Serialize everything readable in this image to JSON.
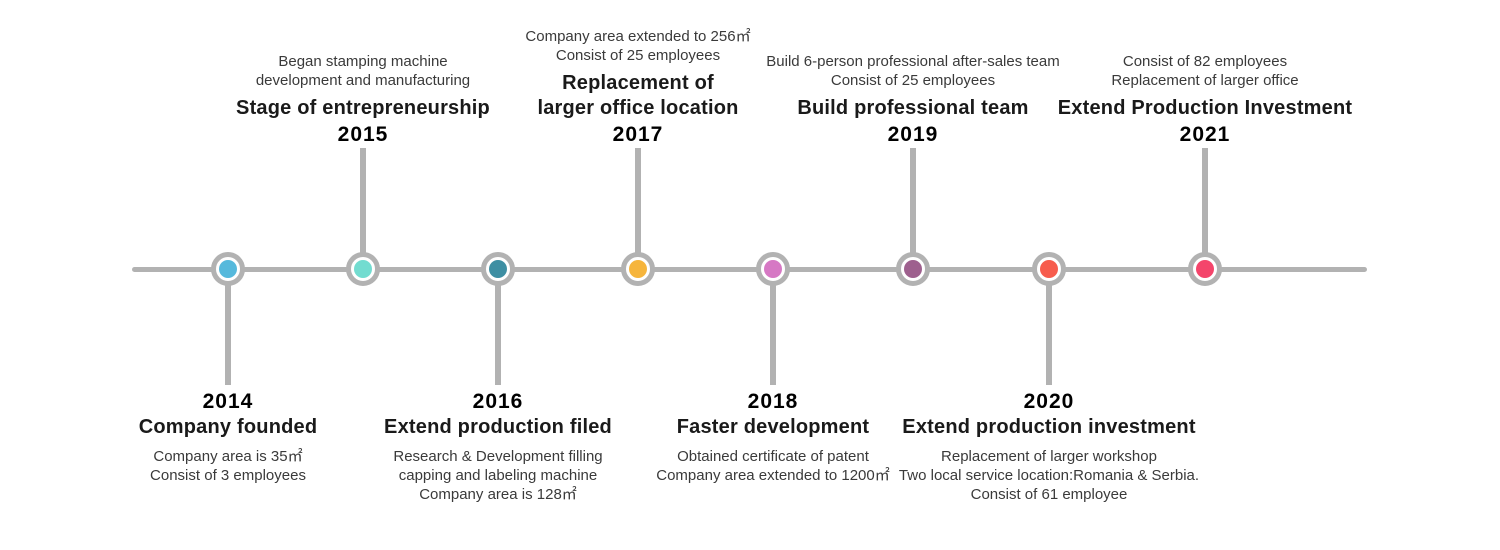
{
  "page": {
    "background": "#ffffff",
    "axis_color": "#b2b2b2"
  },
  "timeline": {
    "milestones": [
      {
        "year": "2014",
        "title_lines": [
          "Company founded"
        ],
        "details": [
          "Company area is 35㎡",
          "Consist of 3 employees"
        ],
        "dot_color": "#56b9dc",
        "position": "below"
      },
      {
        "year": "2015",
        "title_lines": [
          "Stage of entrepreneurship"
        ],
        "details": [
          "Began stamping machine",
          "development and manufacturing"
        ],
        "dot_color": "#72dcd0",
        "position": "above"
      },
      {
        "year": "2016",
        "title_lines": [
          "Extend production filed"
        ],
        "details": [
          "Research & Development filling",
          "capping and labeling machine",
          "Company area is 128㎡"
        ],
        "dot_color": "#3e8fa3",
        "position": "below"
      },
      {
        "year": "2017",
        "title_lines": [
          "Replacement of",
          "larger office location"
        ],
        "details": [
          "Company area extended to 256㎡",
          "Consist of 25 employees"
        ],
        "dot_color": "#f6b53c",
        "position": "above"
      },
      {
        "year": "2018",
        "title_lines": [
          "Faster development"
        ],
        "details": [
          "Obtained certificate of patent",
          "Company area extended to 1200㎡"
        ],
        "dot_color": "#d678c4",
        "position": "below"
      },
      {
        "year": "2019",
        "title_lines": [
          "Build professional team"
        ],
        "details": [
          "Build 6-person professional after-sales team",
          "Consist of 25 employees"
        ],
        "dot_color": "#9e608e",
        "position": "above"
      },
      {
        "year": "2020",
        "title_lines": [
          "Extend production investment"
        ],
        "details": [
          "Replacement of larger workshop",
          "Two local service location:Romania & Serbia.",
          "Consist of 61 employee"
        ],
        "dot_color": "#f75c4d",
        "position": "below"
      },
      {
        "year": "2021",
        "title_lines": [
          "Extend Production Investment"
        ],
        "details": [
          "Consist of 82 employees",
          "Replacement of larger office"
        ],
        "dot_color": "#f4456b",
        "position": "above"
      }
    ]
  }
}
